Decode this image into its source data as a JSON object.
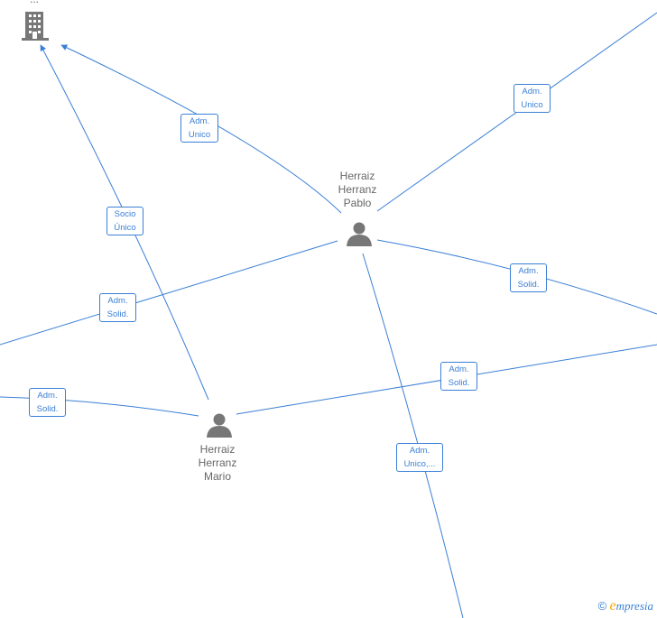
{
  "company_node": {
    "label": "...",
    "icon": "building-icon"
  },
  "persons": [
    {
      "name_lines": [
        "Herraiz",
        "Herranz",
        "Pablo"
      ],
      "icon": "person-icon"
    },
    {
      "name_lines": [
        "Herraiz",
        "Herranz",
        "Mario"
      ],
      "icon": "person-icon"
    }
  ],
  "edge_labels": [
    {
      "line1": "Adm.",
      "line2": "Unico"
    },
    {
      "line1": "Adm.",
      "line2": "Unico"
    },
    {
      "line1": "Socio",
      "line2": "Único"
    },
    {
      "line1": "Adm.",
      "line2": "Solid."
    },
    {
      "line1": "Adm.",
      "line2": "Solid."
    },
    {
      "line1": "Adm.",
      "line2": "Solid."
    },
    {
      "line1": "Adm.",
      "line2": "Solid."
    },
    {
      "line1": "Adm.",
      "line2": "Unico,..."
    }
  ],
  "brand": {
    "copyright": "©",
    "first_letter": "e",
    "rest": "mpresia"
  },
  "colors": {
    "edge": "#3a7fd6",
    "node_text": "#666666",
    "icon": "#777777",
    "brand_accent": "#f2a900"
  }
}
